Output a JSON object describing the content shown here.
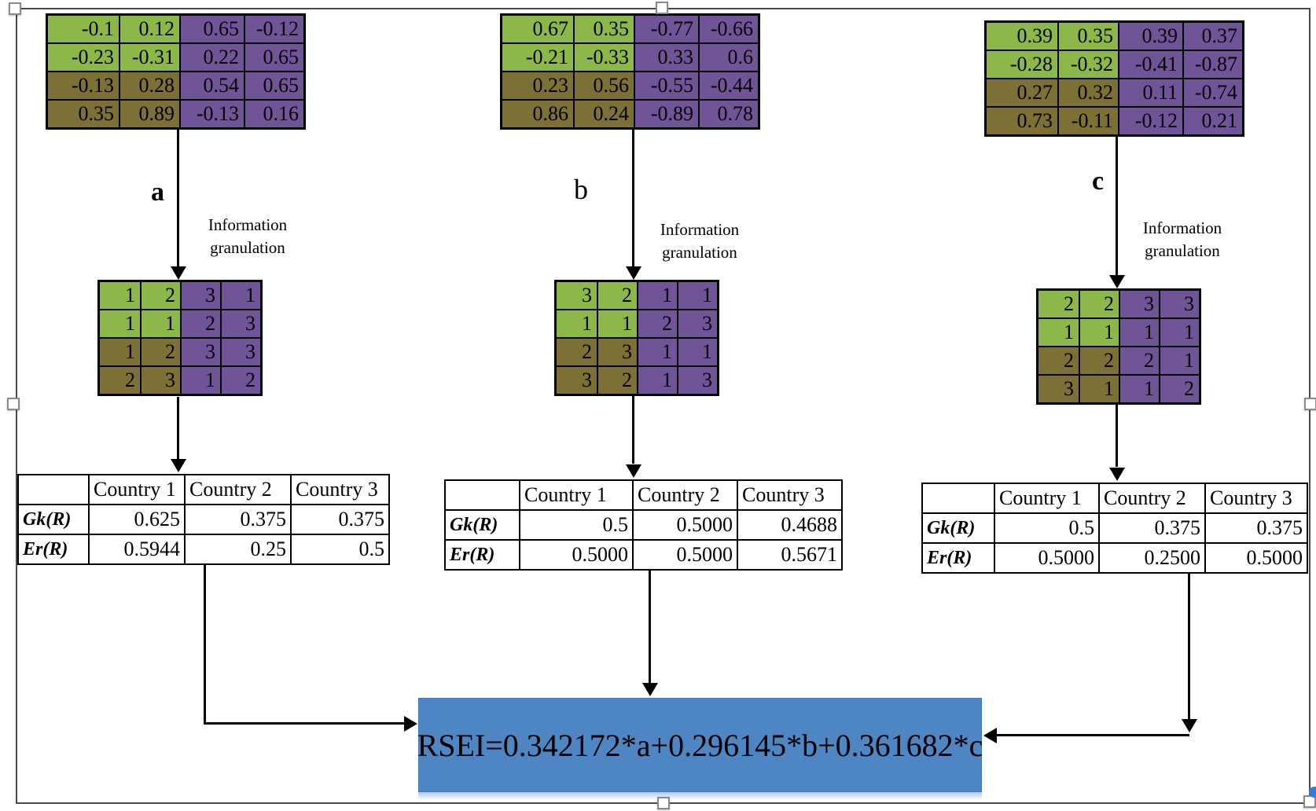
{
  "colors": {
    "matrix_green": "#8CB84A",
    "matrix_olive": "#7C7034",
    "matrix_purple": "#6F5598",
    "formula_box_blue": "#4E86C4",
    "frame_gray": "#4A4A4A",
    "cursor_dot_blue": "#2E7CE0"
  },
  "matrix_color_pattern": [
    [
      "green",
      "green",
      "purple",
      "purple"
    ],
    [
      "green",
      "green",
      "purple",
      "purple"
    ],
    [
      "olive",
      "olive",
      "purple",
      "purple"
    ],
    [
      "olive",
      "olive",
      "purple",
      "purple"
    ]
  ],
  "branches": {
    "a": {
      "label": "a",
      "granulation_label": "Information\ngranulation",
      "raw_matrix": [
        [
          "-0.1",
          "0.12",
          "0.65",
          "-0.12"
        ],
        [
          "-0.23",
          "-0.31",
          "0.22",
          "0.65"
        ],
        [
          "-0.13",
          "0.28",
          "0.54",
          "0.65"
        ],
        [
          "0.35",
          "0.89",
          "-0.13",
          "0.16"
        ]
      ],
      "granulated_matrix": [
        [
          "1",
          "2",
          "3",
          "1"
        ],
        [
          "1",
          "1",
          "2",
          "3"
        ],
        [
          "1",
          "2",
          "3",
          "3"
        ],
        [
          "2",
          "3",
          "1",
          "2"
        ]
      ],
      "table": {
        "headers": [
          "",
          "Country 1",
          "Country 2",
          "Country 3"
        ],
        "rows": [
          {
            "label": "Gk(R)",
            "values": [
              "0.625",
              "0.375",
              "0.375"
            ]
          },
          {
            "label": "Er(R)",
            "values": [
              "0.5944",
              "0.25",
              "0.5"
            ]
          }
        ]
      }
    },
    "b": {
      "label": "b",
      "granulation_label": "Information\ngranulation",
      "raw_matrix": [
        [
          "0.67",
          "0.35",
          "-0.77",
          "-0.66"
        ],
        [
          "-0.21",
          "-0.33",
          "0.33",
          "0.6"
        ],
        [
          "0.23",
          "0.56",
          "-0.55",
          "-0.44"
        ],
        [
          "0.86",
          "0.24",
          "-0.89",
          "0.78"
        ]
      ],
      "granulated_matrix": [
        [
          "3",
          "2",
          "1",
          "1"
        ],
        [
          "1",
          "1",
          "2",
          "3"
        ],
        [
          "2",
          "3",
          "1",
          "1"
        ],
        [
          "3",
          "2",
          "1",
          "3"
        ]
      ],
      "table": {
        "headers": [
          "",
          "Country 1",
          "Country 2",
          "Country 3"
        ],
        "rows": [
          {
            "label": "Gk(R)",
            "values": [
              "0.5",
              "0.5000",
              "0.4688"
            ]
          },
          {
            "label": "Er(R)",
            "values": [
              "0.5000",
              "0.5000",
              "0.5671"
            ]
          }
        ]
      }
    },
    "c": {
      "label": "c",
      "granulation_label": "Information\ngranulation",
      "raw_matrix": [
        [
          "0.39",
          "0.35",
          "0.39",
          "0.37"
        ],
        [
          "-0.28",
          "-0.32",
          "-0.41",
          "-0.87"
        ],
        [
          "0.27",
          "0.32",
          "0.11",
          "-0.74"
        ],
        [
          "0.73",
          "-0.11",
          "-0.12",
          "0.21"
        ]
      ],
      "granulated_matrix": [
        [
          "2",
          "2",
          "3",
          "3"
        ],
        [
          "1",
          "1",
          "1",
          "1"
        ],
        [
          "2",
          "2",
          "2",
          "1"
        ],
        [
          "3",
          "1",
          "1",
          "2"
        ]
      ],
      "table": {
        "headers": [
          "",
          "Country 1",
          "Country 2",
          "Country 3"
        ],
        "rows": [
          {
            "label": "Gk(R)",
            "values": [
              "0.5",
              "0.375",
              "0.375"
            ]
          },
          {
            "label": "Er(R)",
            "values": [
              "0.5000",
              "0.2500",
              "0.5000"
            ]
          }
        ]
      }
    }
  },
  "formula": "RSEI=0.342172*a+0.296145*b+0.361682*c"
}
